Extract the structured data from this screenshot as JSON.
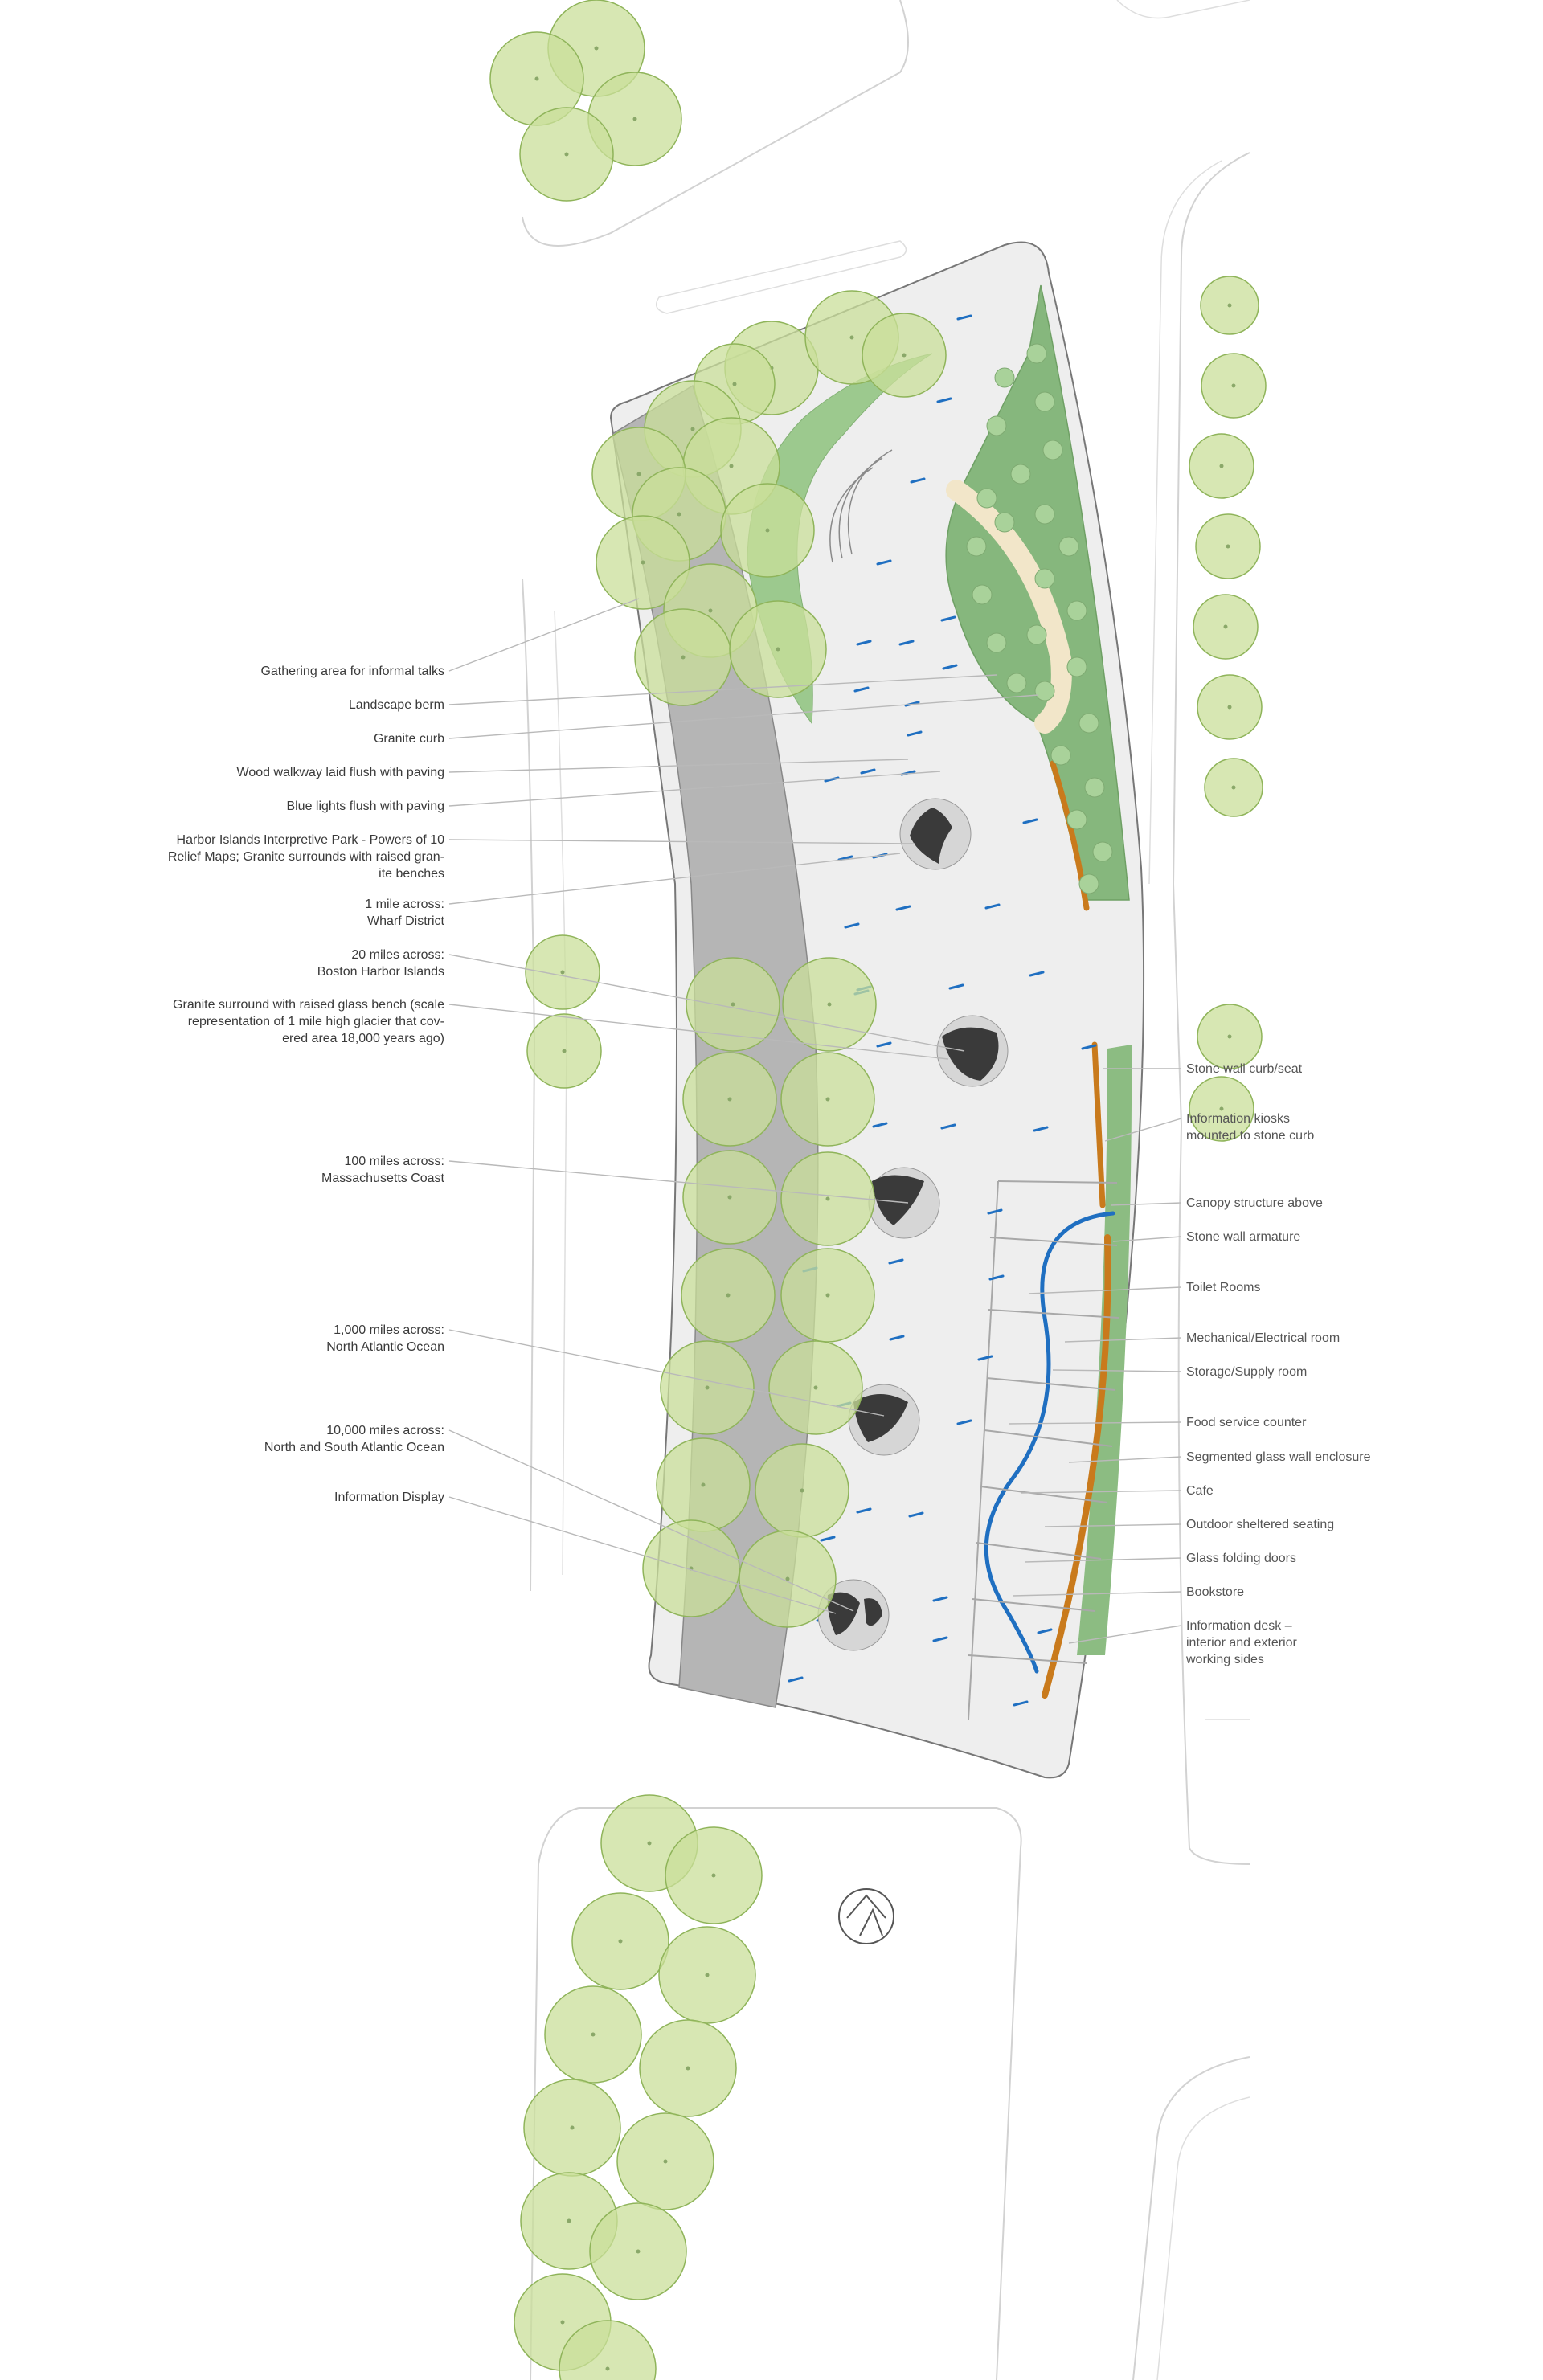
{
  "colors": {
    "tree_fill": "#c9df9a",
    "tree_stroke": "#8fb45a",
    "berm": "#7fb277",
    "berm_light": "#9cc78e",
    "paving": "#eeeeee",
    "walkway_grey": "#b3b3b3",
    "blue_lights": "#1f6fc1",
    "wood": "#c97a1c",
    "map_disc": "#cfcfcf",
    "map_land": "#3a3a3a"
  },
  "icons": {
    "north_arrow": "north-arrow-icon"
  },
  "labels_left": [
    {
      "text": "Gathering area for informal talks"
    },
    {
      "text": "Landscape berm"
    },
    {
      "text": "Granite curb"
    },
    {
      "text": "Wood walkway laid flush with paving"
    },
    {
      "text": "Blue lights flush with paving"
    },
    {
      "lines": [
        "Harbor Islands Interpretive Park - Powers of 10",
        "Relief Maps; Granite surrounds with raised gran-",
        "ite benches"
      ]
    },
    {
      "lines": [
        "1 mile across:",
        "Wharf District"
      ]
    },
    {
      "lines": [
        "20 miles across:",
        "Boston Harbor Islands"
      ]
    },
    {
      "lines": [
        "Granite surround with raised glass bench (scale",
        "representation of 1 mile high glacier that cov-",
        "ered area 18,000 years ago)"
      ]
    },
    {
      "lines": [
        "100 miles across:",
        "Massachusetts Coast"
      ]
    },
    {
      "lines": [
        "1,000 miles across:",
        "North Atlantic Ocean"
      ]
    },
    {
      "lines": [
        "10,000 miles across:",
        "North and South Atlantic Ocean"
      ]
    },
    {
      "text": "Information Display"
    }
  ],
  "labels_right": [
    {
      "text": "Stone wall curb/seat"
    },
    {
      "lines": [
        "Information kiosks",
        "mounted to stone curb"
      ]
    },
    {
      "text": "Canopy structure above"
    },
    {
      "text": "Stone wall armature"
    },
    {
      "text": "Toilet Rooms"
    },
    {
      "text": "Mechanical/Electrical room"
    },
    {
      "text": "Storage/Supply room"
    },
    {
      "text": "Food service counter"
    },
    {
      "text": "Segmented glass wall enclosure"
    },
    {
      "text": "Cafe"
    },
    {
      "text": "Outdoor sheltered seating"
    },
    {
      "text": "Glass folding doors"
    },
    {
      "text": "Bookstore"
    },
    {
      "lines": [
        "Information desk –",
        "interior and exterior",
        "working sides"
      ]
    }
  ]
}
